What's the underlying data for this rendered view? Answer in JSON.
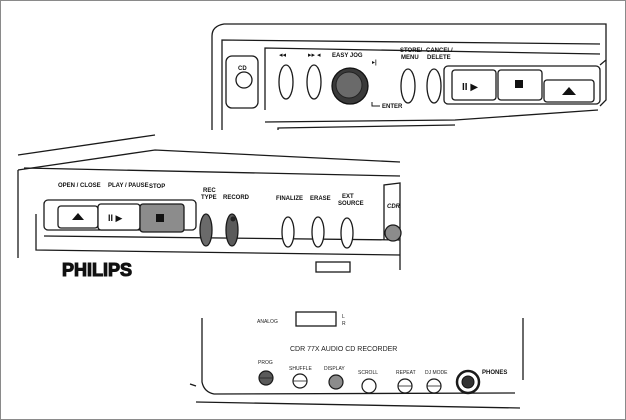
{
  "panel1": {
    "cd_label": "CD",
    "rewind_label": "◂◂",
    "ffwd_label": "▸▸ ◂",
    "jog_label": "EASY JOG",
    "jog_next": "▸|",
    "enter_label": "ENTER",
    "store_label_1": "STORE/",
    "store_label_2": "MENU",
    "cancel_label_1": "CANCEL/",
    "cancel_label_2": "DELETE"
  },
  "panel2": {
    "open_close": "OPEN / CLOSE",
    "play_pause": "PLAY / PAUSE",
    "stop": "STOP",
    "rec_type_1": "REC",
    "rec_type_2": "TYPE",
    "record": "RECORD",
    "finalize": "FINALIZE",
    "erase": "ERASE",
    "ext_source_1": "EXT",
    "ext_source_2": "SOURCE",
    "cdr_label": "CDR",
    "brand": "PHILIPS"
  },
  "panel3": {
    "analog": "ANALOG",
    "model": "CDR 77X AUDIO CD RECORDER",
    "prog": "PROG",
    "shuffle": "SHUFFLE",
    "display": "DISPLAY",
    "scroll": "SCROLL",
    "repeat": "REPEAT",
    "dj_mode": "DJ MODE",
    "phones": "PHONES"
  },
  "colors": {
    "line": "#1a1a1a",
    "highlight": "#8c8c8c",
    "dark_button": "#5a5a5a",
    "frame": "#8a8a8a"
  }
}
